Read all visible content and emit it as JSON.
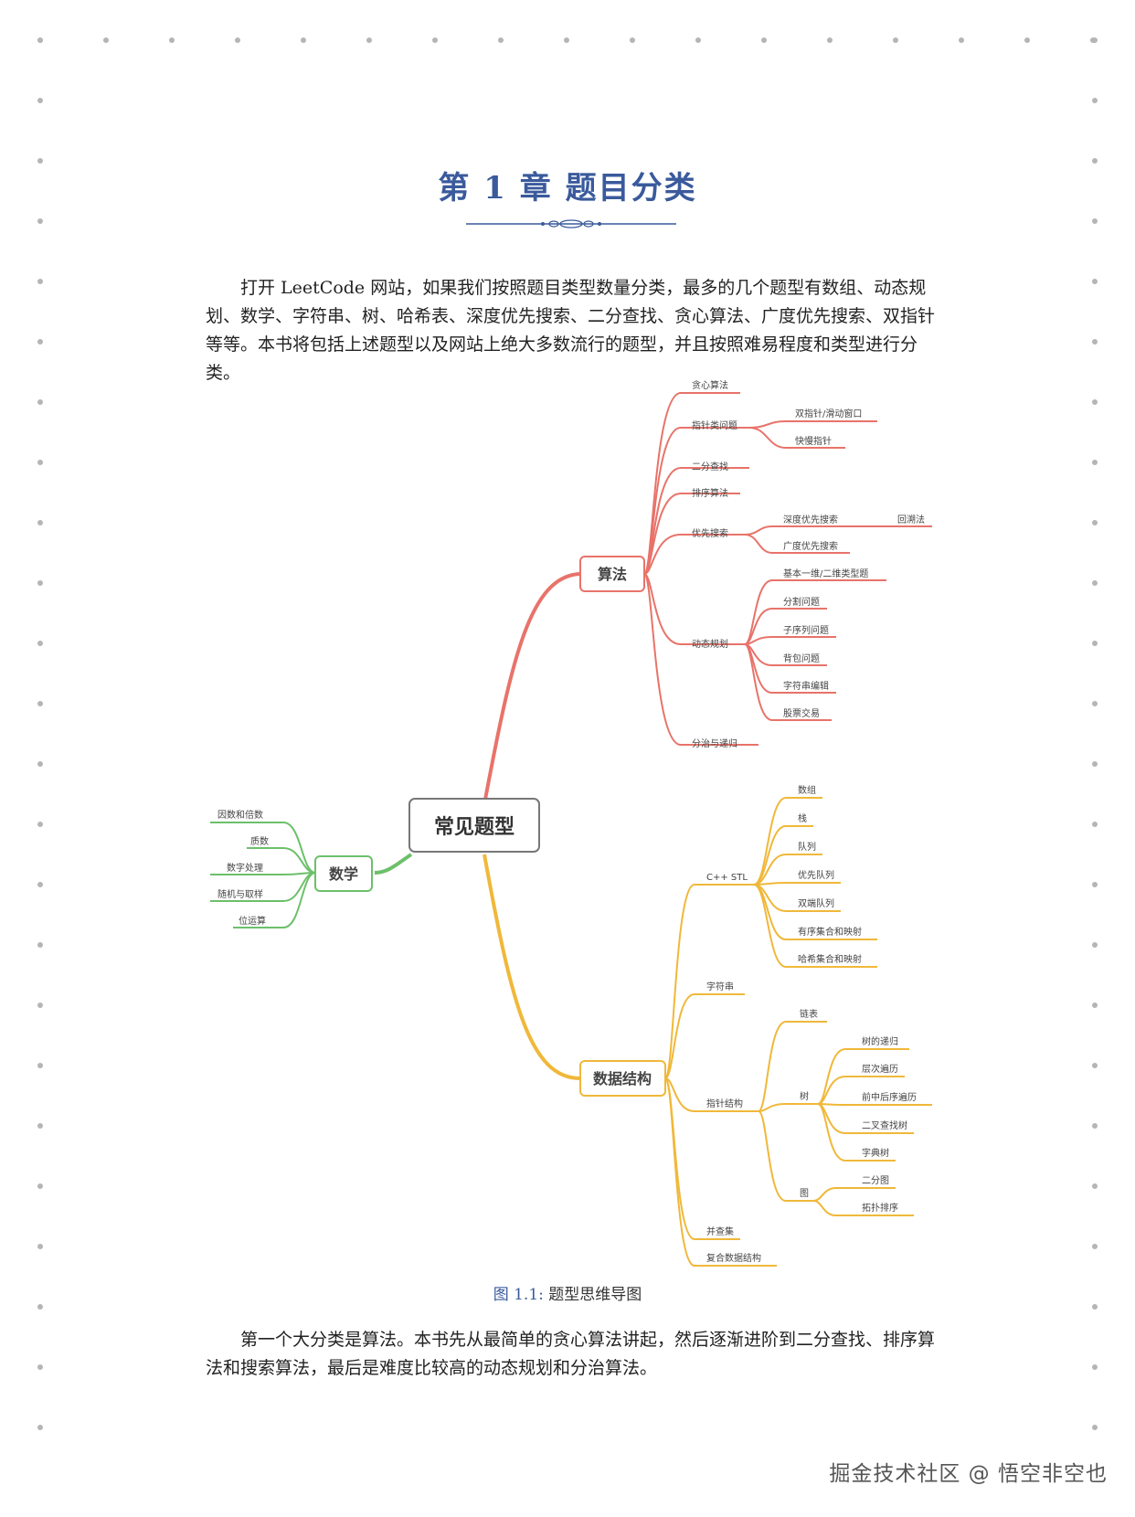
{
  "chapter": {
    "title": "第 1 章  题目分类"
  },
  "intro": "打开 LeetCode 网站，如果我们按照题目类型数量分类，最多的几个题型有数组、动态规划、数学、字符串、树、哈希表、深度优先搜索、二分查找、贪心算法、广度优先搜索、双指针等等。本书将包括上述题型以及网站上绝大多数流行的题型，并且按照难易程度和类型进行分类。",
  "mindmap": {
    "root": "常见题型",
    "algo": {
      "label": "算法",
      "color": "#e8736a",
      "items": {
        "greedy": "贪心算法",
        "pointers": "指针类问题",
        "two_pointers": "双指针/滑动窗口",
        "fast_slow": "快慢指针",
        "binary_search": "二分查找",
        "sorting": "排序算法",
        "search": "优先搜索",
        "dfs": "深度优先搜索",
        "backtrack": "回溯法",
        "bfs": "广度优先搜索",
        "dp": "动态规划",
        "dp_basic": "基本一维/二维类型题",
        "dp_split": "分割问题",
        "dp_subseq": "子序列问题",
        "dp_knapsack": "背包问题",
        "dp_edit": "字符串编辑",
        "dp_stock": "股票交易",
        "divide": "分治与递归"
      }
    },
    "math": {
      "label": "数学",
      "color": "#6cc06a",
      "items": [
        "因数和倍数",
        "质数",
        "数字处理",
        "随机与取样",
        "位运算"
      ]
    },
    "ds": {
      "label": "数据结构",
      "color": "#f0b83a",
      "items": {
        "stl": "C++ STL",
        "array": "数组",
        "stack": "栈",
        "queue": "队列",
        "pq": "优先队列",
        "deque": "双端队列",
        "ordered": "有序集合和映射",
        "hash": "哈希集合和映射",
        "string": "字符串",
        "ptr_struct": "指针结构",
        "linked": "链表",
        "tree": "树",
        "tree_rec": "树的递归",
        "tree_level": "层次遍历",
        "tree_order": "前中后序遍历",
        "bst": "二叉查找树",
        "trie": "字典树",
        "graph": "图",
        "bipartite": "二分图",
        "topo": "拓扑排序",
        "union_find": "并查集",
        "composite": "复合数据结构"
      }
    }
  },
  "caption": {
    "label": "图 1.1:",
    "text": " 题型思维导图"
  },
  "closing": "第一个大分类是算法。本书先从最简单的贪心算法讲起，然后逐渐进阶到二分查找、排序算法和搜索算法，最后是难度比较高的动态规划和分治算法。",
  "watermark": "掘金技术社区 @ 悟空非空也"
}
